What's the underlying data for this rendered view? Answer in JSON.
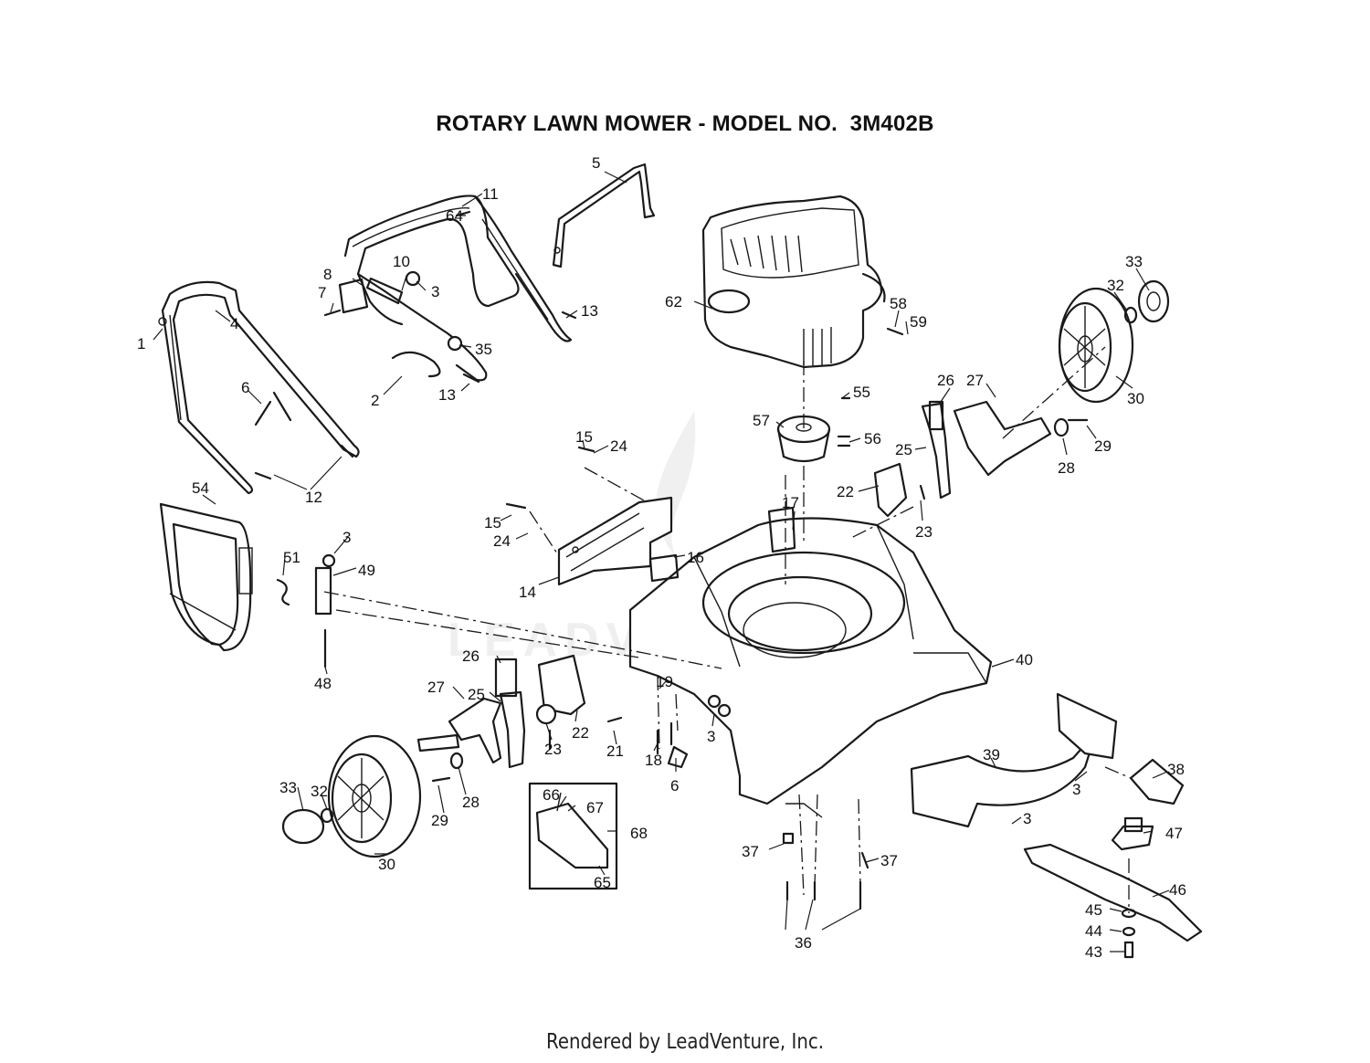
{
  "title": "ROTARY LAWN MOWER - MODEL NO.  3M402B",
  "footer": "Rendered by LeadVenture, Inc.",
  "watermark": "LEADVENTURE",
  "callouts": [
    "1",
    "2",
    "3",
    "4",
    "5",
    "6",
    "7",
    "8",
    "10",
    "11",
    "12",
    "13",
    "14",
    "15",
    "16",
    "17",
    "18",
    "19",
    "21",
    "22",
    "23",
    "24",
    "25",
    "26",
    "27",
    "28",
    "29",
    "30",
    "32",
    "33",
    "35",
    "36",
    "37",
    "38",
    "39",
    "40",
    "43",
    "44",
    "45",
    "46",
    "47",
    "48",
    "49",
    "51",
    "54",
    "55",
    "56",
    "57",
    "58",
    "59",
    "62",
    "64",
    "65",
    "66",
    "67",
    "68"
  ],
  "labels": [
    {
      "id": "l5",
      "text": "5"
    },
    {
      "id": "l11",
      "text": "11"
    },
    {
      "id": "l64",
      "text": "64"
    },
    {
      "id": "l8",
      "text": "8"
    },
    {
      "id": "l10",
      "text": "10"
    },
    {
      "id": "l3a",
      "text": "3"
    },
    {
      "id": "l7",
      "text": "7"
    },
    {
      "id": "l13a",
      "text": "13"
    },
    {
      "id": "l35",
      "text": "35"
    },
    {
      "id": "l2",
      "text": "2"
    },
    {
      "id": "l13b",
      "text": "13"
    },
    {
      "id": "l4",
      "text": "4"
    },
    {
      "id": "l1",
      "text": "1"
    },
    {
      "id": "l6a",
      "text": "6"
    },
    {
      "id": "l12",
      "text": "12"
    },
    {
      "id": "l62",
      "text": "62"
    },
    {
      "id": "l58",
      "text": "58"
    },
    {
      "id": "l59",
      "text": "59"
    },
    {
      "id": "l33a",
      "text": "33"
    },
    {
      "id": "l32a",
      "text": "32"
    },
    {
      "id": "l30a",
      "text": "30"
    },
    {
      "id": "l55",
      "text": "55"
    },
    {
      "id": "l26a",
      "text": "26"
    },
    {
      "id": "l27a",
      "text": "27"
    },
    {
      "id": "l57",
      "text": "57"
    },
    {
      "id": "l56",
      "text": "56"
    },
    {
      "id": "l25a",
      "text": "25"
    },
    {
      "id": "l29a",
      "text": "29"
    },
    {
      "id": "l28a",
      "text": "28"
    },
    {
      "id": "l15a",
      "text": "15"
    },
    {
      "id": "l24a",
      "text": "24"
    },
    {
      "id": "l22a",
      "text": "22"
    },
    {
      "id": "l23a",
      "text": "23"
    },
    {
      "id": "l17",
      "text": "17"
    },
    {
      "id": "l54",
      "text": "54"
    },
    {
      "id": "l15b",
      "text": "15"
    },
    {
      "id": "l24b",
      "text": "24"
    },
    {
      "id": "l3b",
      "text": "3"
    },
    {
      "id": "l16",
      "text": "16"
    },
    {
      "id": "l51",
      "text": "51"
    },
    {
      "id": "l49",
      "text": "49"
    },
    {
      "id": "l14",
      "text": "14"
    },
    {
      "id": "l48",
      "text": "48"
    },
    {
      "id": "l40",
      "text": "40"
    },
    {
      "id": "l26b",
      "text": "26"
    },
    {
      "id": "l27b",
      "text": "27"
    },
    {
      "id": "l25b",
      "text": "25"
    },
    {
      "id": "l19",
      "text": "19"
    },
    {
      "id": "l22b",
      "text": "22"
    },
    {
      "id": "l23b",
      "text": "23"
    },
    {
      "id": "l21",
      "text": "21"
    },
    {
      "id": "l18",
      "text": "18"
    },
    {
      "id": "l3c",
      "text": "3"
    },
    {
      "id": "l6b",
      "text": "6"
    },
    {
      "id": "l39",
      "text": "39"
    },
    {
      "id": "l3d",
      "text": "3"
    },
    {
      "id": "l38",
      "text": "38"
    },
    {
      "id": "l33b",
      "text": "33"
    },
    {
      "id": "l32b",
      "text": "32"
    },
    {
      "id": "l28b",
      "text": "28"
    },
    {
      "id": "l29b",
      "text": "29"
    },
    {
      "id": "l30b",
      "text": "30"
    },
    {
      "id": "l66",
      "text": "66"
    },
    {
      "id": "l67",
      "text": "67"
    },
    {
      "id": "l68",
      "text": "68"
    },
    {
      "id": "l65",
      "text": "65"
    },
    {
      "id": "l3e",
      "text": "3"
    },
    {
      "id": "l47",
      "text": "47"
    },
    {
      "id": "l37a",
      "text": "37"
    },
    {
      "id": "l37b",
      "text": "37"
    },
    {
      "id": "l46",
      "text": "46"
    },
    {
      "id": "l45",
      "text": "45"
    },
    {
      "id": "l44",
      "text": "44"
    },
    {
      "id": "l43",
      "text": "43"
    },
    {
      "id": "l36",
      "text": "36"
    }
  ]
}
